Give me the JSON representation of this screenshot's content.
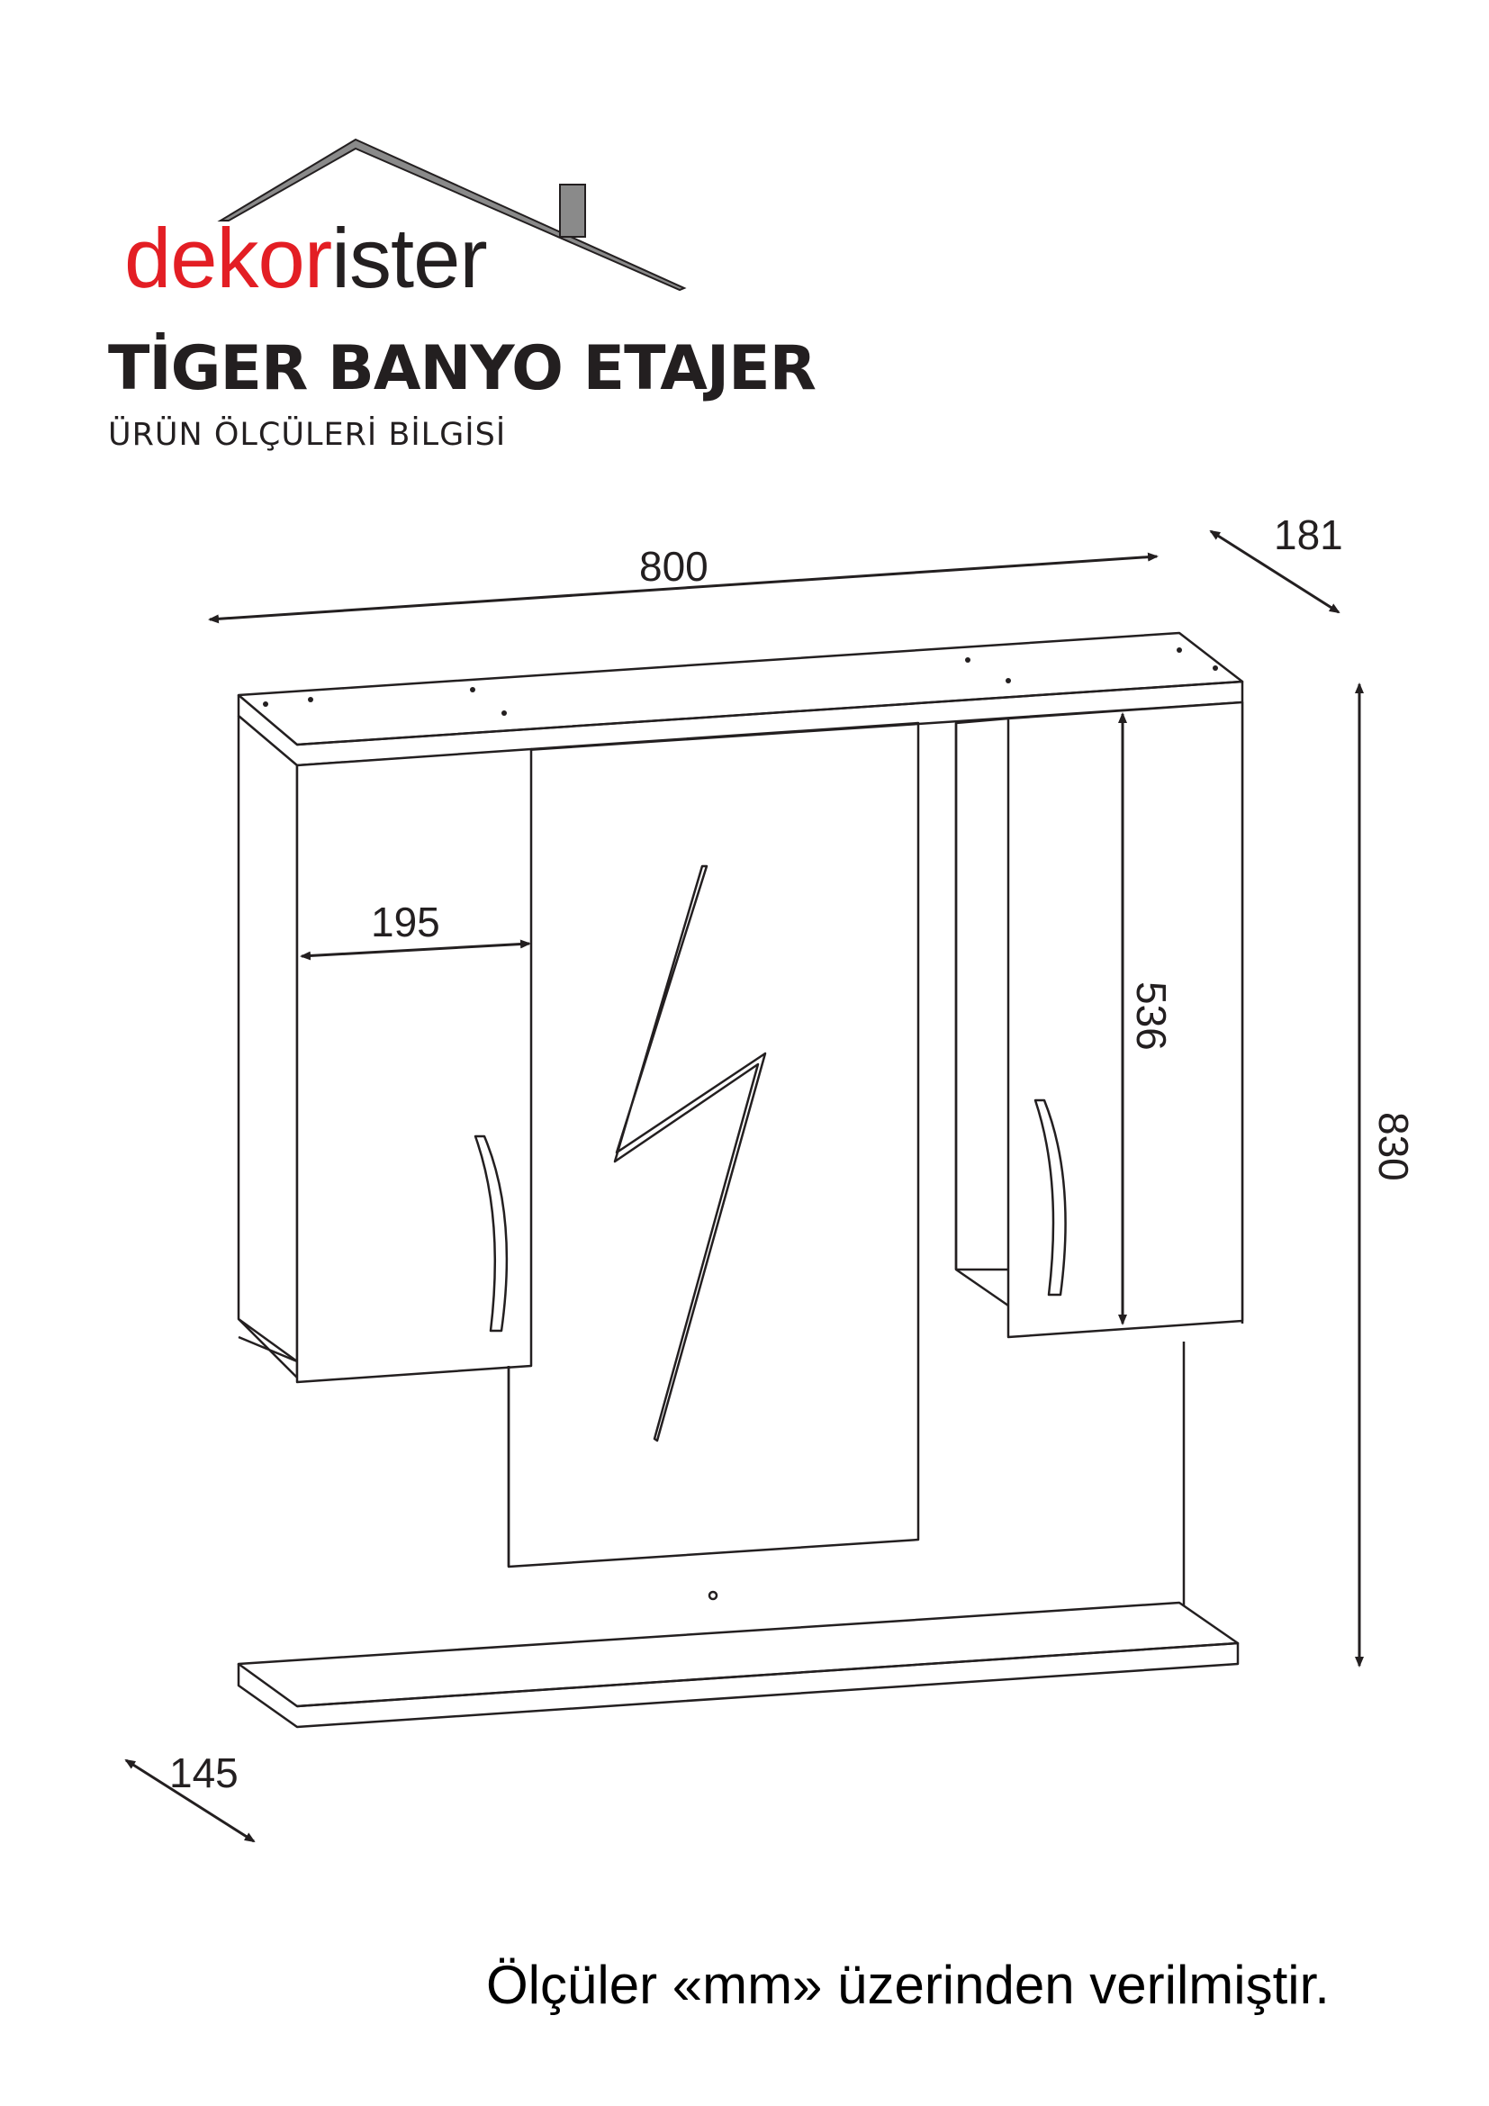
{
  "brand": {
    "part_red": "dekor",
    "part_dark": "ister"
  },
  "title": "TİGER BANYO ETAJER",
  "subtitle": "ÜRÜN ÖLÇÜLERİ BİLGİSİ",
  "dimensions": {
    "width": "800",
    "depth_top": "181",
    "height": "830",
    "cabinet_height": "536",
    "cabinet_width": "195",
    "shelf_depth": "145"
  },
  "footer_note": "Ölçüler «mm» üzerinden verilmiştir.",
  "colors": {
    "brand_red": "#e31e24",
    "roof_gray": "#8a8a8a",
    "line": "#231f20"
  }
}
